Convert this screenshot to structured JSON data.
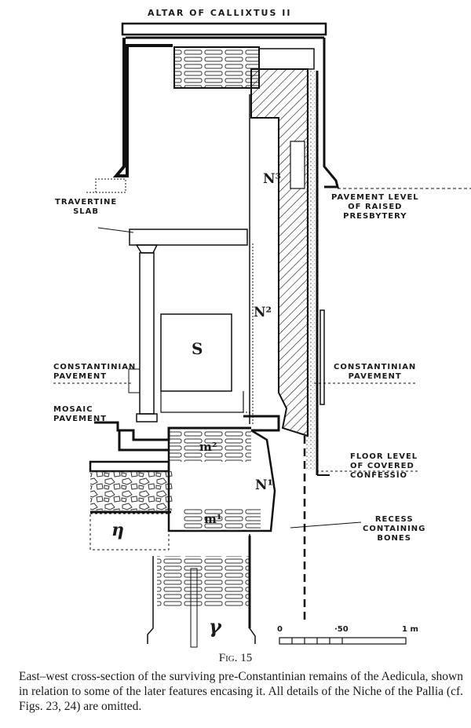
{
  "title": "ALTAR OF CALLIXTUS II",
  "labels": {
    "travertine_slab": [
      "TRAVERTINE",
      "SLAB"
    ],
    "constantinian_pavement_left": [
      "CONSTANTINIAN",
      "PAVEMENT"
    ],
    "mosaic_pavement": [
      "MOSAIC",
      "PAVEMENT"
    ],
    "pavement_presbytery": [
      "PAVEMENT LEVEL",
      "OF RAISED",
      "PRESBYTERY"
    ],
    "constantinian_pavement_right": [
      "CONSTANTINIAN",
      "PAVEMENT"
    ],
    "floor_confessio": [
      "FLOOR LEVEL",
      "OF COVERED",
      "CONFESSIO"
    ],
    "recess_bones": [
      "RECESS",
      "CONTAINING",
      "BONES"
    ]
  },
  "symbols": {
    "n3": "N³",
    "n2": "N²",
    "n1": "N¹",
    "s": "S",
    "m2": "m²",
    "m1": "m¹",
    "eta": "η",
    "gamma": "γ"
  },
  "scale": {
    "start": "0",
    "mid": "·50",
    "end": "1 m"
  },
  "figure_number": "Fig. 15",
  "caption": "East–west cross-section of the surviving pre-Constantinian remains of the Aedicula, shown in relation to some of the later features encasing it. All details of the Niche of the Pallia (cf. Figs. 23, 24) are omitted."
}
